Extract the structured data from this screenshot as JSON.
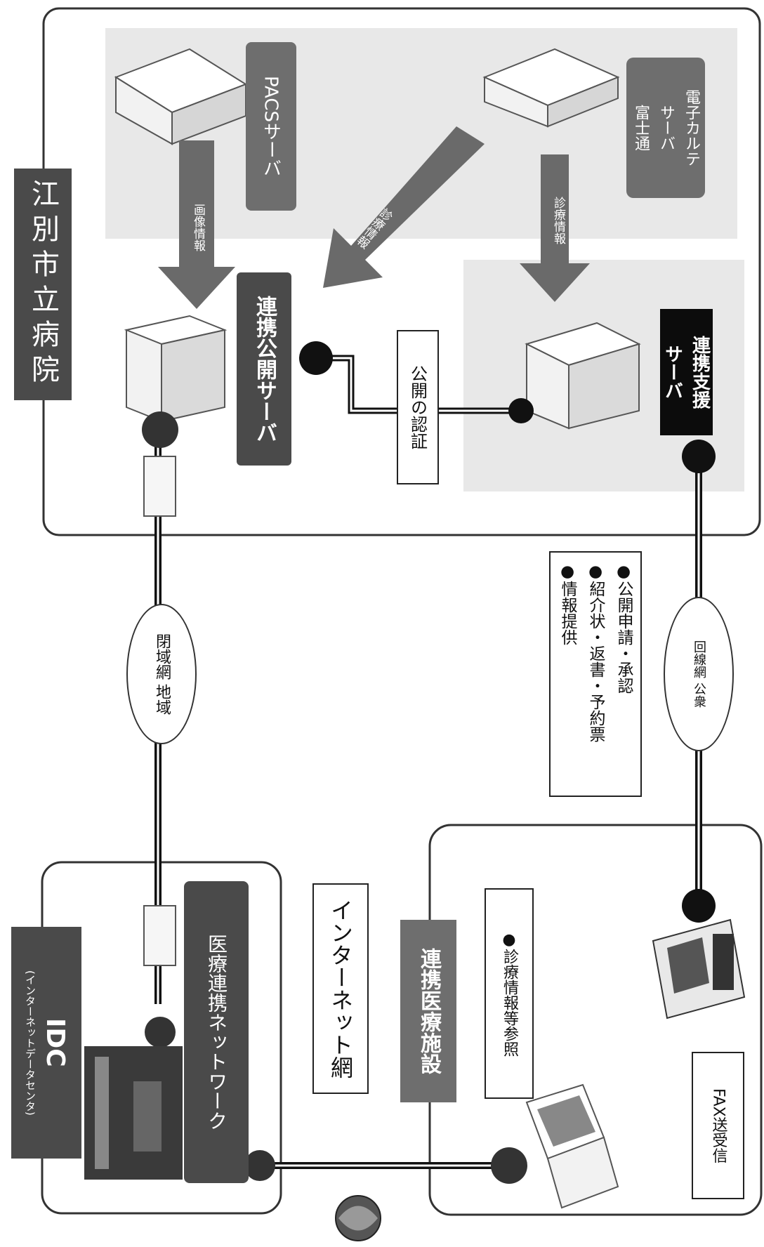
{
  "hospital": {
    "title": "江別市立病院"
  },
  "servers": {
    "pacs": "PACSサーバ",
    "emr": [
      "電子カルテ",
      "サーバ",
      "富士通"
    ],
    "public": "連携公開サーバ",
    "support": [
      "連携支援",
      "サーバ"
    ]
  },
  "arrows": {
    "pacs_to_public": "画像情報",
    "emr_to_public": "診療情報",
    "emr_to_support": "診療情報"
  },
  "auth_label": "公開の認証",
  "networks": {
    "regional": [
      "地域",
      "閉域網"
    ],
    "public": [
      "公衆",
      "回線網"
    ],
    "internet": "インターネット網"
  },
  "services": {
    "items": [
      "公開申請・承認",
      "紹介状・返書・予約票",
      "情報提供"
    ]
  },
  "idc": {
    "title": "IDC",
    "subtitle": "(インターネットデータセンタ)",
    "network": "医療連携ネットワーク"
  },
  "facility": {
    "title": "連携医療施設",
    "note": "診療情報等参照"
  },
  "fax": {
    "label": "FAX送受信"
  },
  "colors": {
    "dark_box": "#4a4a4a",
    "black_box": "#0c0c0c",
    "shade": "#e6e6e6",
    "arrow": "#6a6a6a"
  }
}
